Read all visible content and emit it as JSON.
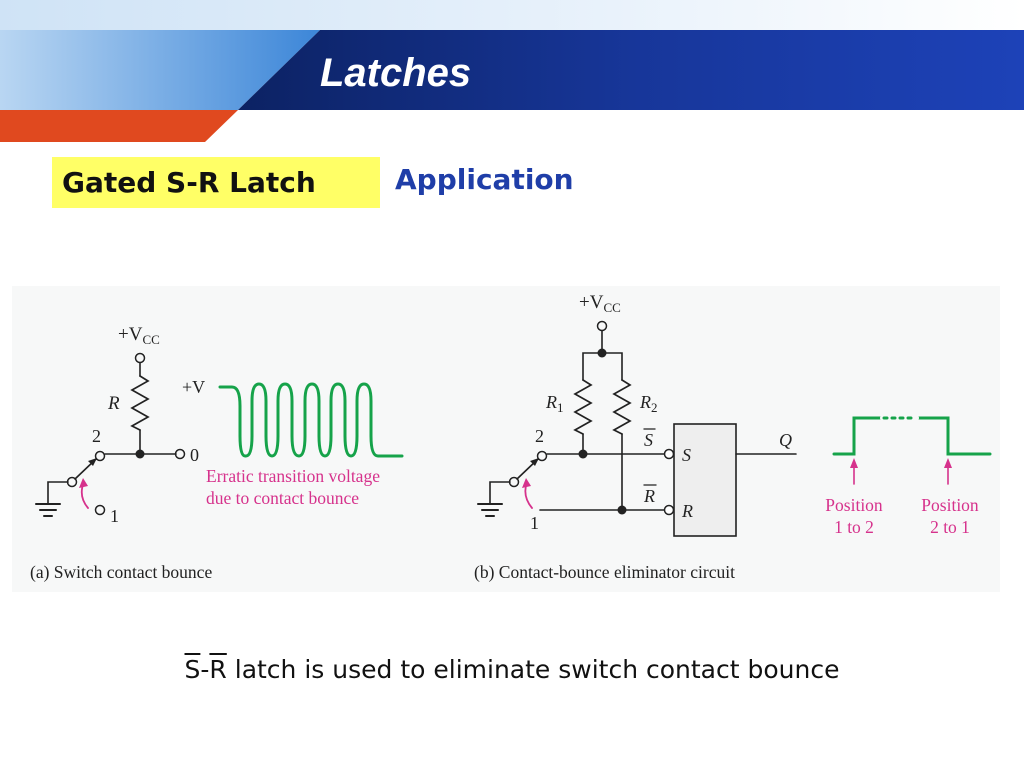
{
  "header": {
    "title": "Latches",
    "colors": {
      "dark_band": "#0f2a7a",
      "light_band": "#d9e9f8",
      "accent_band": "#e0491f"
    }
  },
  "tag": {
    "label": "Gated S-R Latch",
    "color": "#ffff66"
  },
  "subtitle": "Application",
  "figure_a": {
    "vcc_label": "+V",
    "vcc_sub": "CC",
    "resistor_label": "R",
    "pos2": "2",
    "pos1": "1",
    "out_label": "0",
    "plus_v": "+V",
    "note_line1": "Erratic transition voltage",
    "note_line2": "due to contact bounce",
    "caption": "(a)  Switch contact bounce"
  },
  "figure_b": {
    "vcc_label": "+V",
    "vcc_sub": "CC",
    "r1_label": "R",
    "r1_sub": "1",
    "r2_label": "R",
    "r2_sub": "2",
    "pos2": "2",
    "pos1": "1",
    "s_bar": "S",
    "r_bar": "R",
    "input_s": "S",
    "input_r": "R",
    "output_q": "Q",
    "position_1_line1": "Position",
    "position_1_line2": "1 to 2",
    "position_2_line1": "Position",
    "position_2_line2": "2 to 1",
    "caption": "(b)  Contact-bounce eliminator circuit"
  },
  "caption": {
    "part_s": "S",
    "dash": "-",
    "part_r": "R",
    "rest": " latch is used to eliminate switch contact bounce"
  },
  "colors": {
    "wave_green": "#16a34a",
    "note_magenta": "#d6328c",
    "circuit": "#222222"
  }
}
